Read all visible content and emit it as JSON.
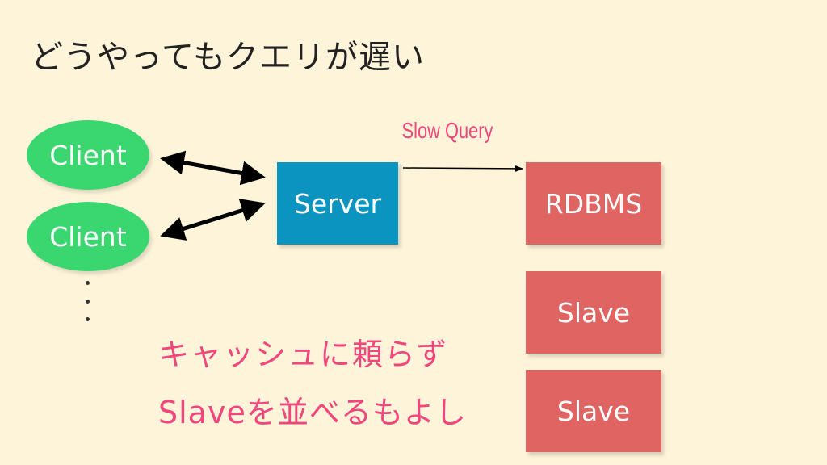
{
  "title": "どうやってもクエリが遅い",
  "clients": [
    "Client",
    "Client"
  ],
  "ellipsis": "⋮",
  "server": "Server",
  "query_label": "Slow Query",
  "rdbms": "RDBMS",
  "slaves": [
    "Slave",
    "Slave"
  ],
  "notes": [
    "キャッシュに頼らず",
    "Slaveを並べるもよし"
  ],
  "colors": {
    "background": "#fdf4d9",
    "client": "#3ad66f",
    "server": "#0b94c0",
    "database": "#e06462",
    "accent_text": "#f0457d"
  }
}
